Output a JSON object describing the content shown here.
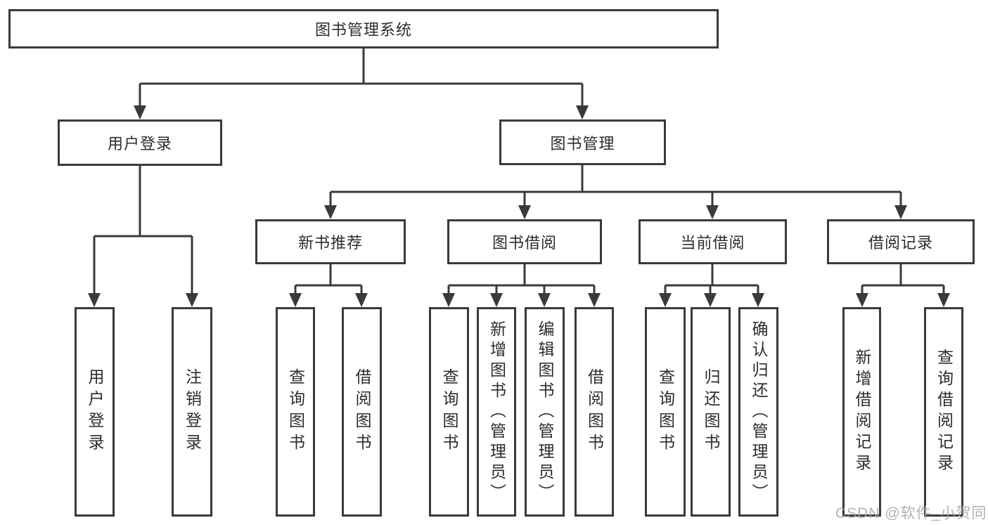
{
  "diagram": {
    "title": "图书管理系统",
    "root": {
      "label": "图书管理系统"
    },
    "level2": {
      "user_login": {
        "label": "用户登录"
      },
      "book_mgmt": {
        "label": "图书管理"
      }
    },
    "level3": {
      "new_books": {
        "label": "新书推荐"
      },
      "book_borrow": {
        "label": "图书借阅"
      },
      "current_borrow": {
        "label": "当前借阅"
      },
      "borrow_records": {
        "label": "借阅记录"
      }
    },
    "leaves": {
      "user_login": [
        "用户登录",
        "注销登录"
      ],
      "new_books": [
        "查询图书",
        "借阅图书"
      ],
      "book_borrow": [
        "查询图书",
        "新增图书（管理员）",
        "编辑图书（管理员）",
        "借阅图书"
      ],
      "current_borrow": [
        "查询图书",
        "归还图书",
        "确认归还（管理员）"
      ],
      "borrow_records": [
        "新增借阅记录",
        "查询借阅记录"
      ]
    }
  },
  "watermark": "CSDN @软件_小贺同学",
  "colors": {
    "line": "#3a3a3a",
    "text": "#2d2d2d",
    "background": "#ffffff",
    "watermark": "#a5a5a5"
  }
}
